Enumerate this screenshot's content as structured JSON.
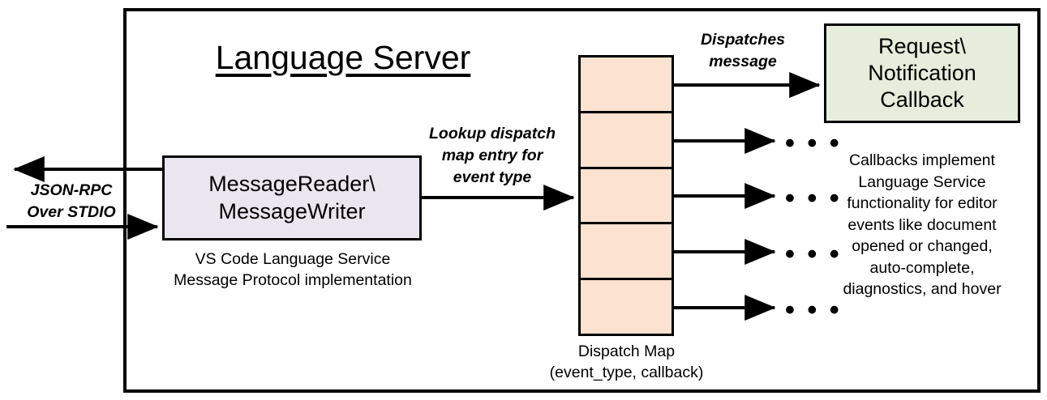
{
  "diagram": {
    "title": "Language Server",
    "frame_label": "Language Server"
  },
  "reader": {
    "box_line1": "MessageReader\\",
    "box_line2": "MessageWriter",
    "caption_line1": "VS Code Language Service",
    "caption_line2": "Message Protocol implementation"
  },
  "io": {
    "label_line1": "JSON-RPC",
    "label_line2": "Over STDIO",
    "outbound_arrow": "arrow-left",
    "inbound_arrow": "arrow-right"
  },
  "lookup": {
    "label_line1": "Lookup dispatch",
    "label_line2": "map entry for",
    "label_line3": "event type"
  },
  "dispatch_map": {
    "caption_line1": "Dispatch Map",
    "caption_line2": "(event_type, callback)",
    "fill_color": "#FCE2D0",
    "rows": [
      {
        "index": 1,
        "entry_marker": "dot",
        "target": "callback-box"
      },
      {
        "index": 2,
        "entry_marker": "dot",
        "target": "ellipsis"
      },
      {
        "index": 3,
        "entry_marker": "dot",
        "target": "ellipsis"
      },
      {
        "index": 4,
        "entry_marker": "dot",
        "target": "ellipsis"
      },
      {
        "index": 5,
        "entry_marker": "dot",
        "target": "ellipsis"
      }
    ],
    "ellipsis_text": "• • •"
  },
  "dispatches": {
    "label_line1": "Dispatches",
    "label_line2": "message"
  },
  "callback": {
    "box_line1": "Request\\",
    "box_line2": "Notification",
    "box_line3": "Callback",
    "fill_color": "#E6EDDC",
    "caption_line1": "Callbacks implement",
    "caption_line2": "Language Service",
    "caption_line3": "functionality for editor",
    "caption_line4": "events like document",
    "caption_line5": "opened or changed,",
    "caption_line6": "auto-complete,",
    "caption_line7": "diagnostics, and hover"
  },
  "colors": {
    "stroke": "#000000",
    "reader_fill": "#EAE6F0",
    "map_fill": "#FCE2D0",
    "callback_fill": "#E6EDDC",
    "background": "#FFFFFF"
  }
}
